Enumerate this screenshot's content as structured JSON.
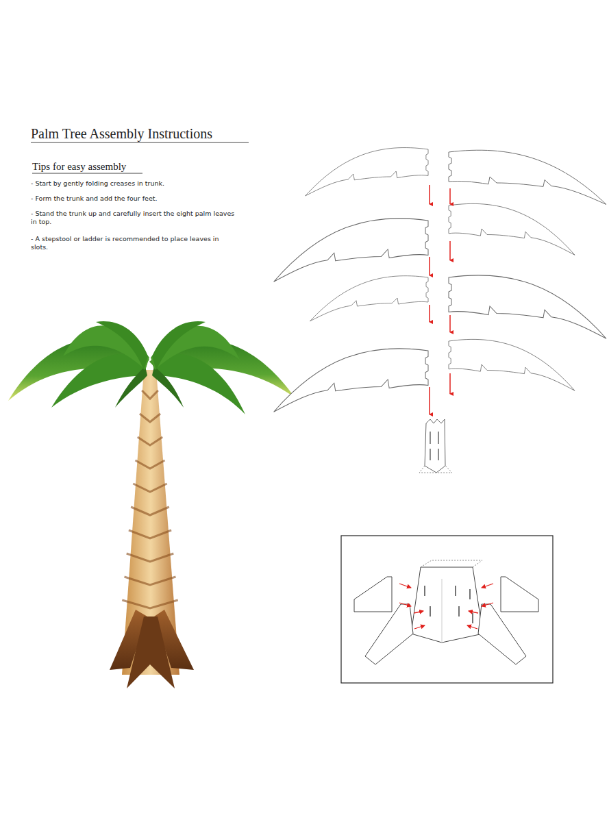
{
  "diagram": {
    "title": "Palm Tree Assembly Instructions",
    "labels": [
      "Tips for easy assembly",
      "- Start by gently folding creases in trunk.",
      "- Form the trunk and add the four feet.",
      "- Stand the trunk up and carefully insert the eight palm leaves in top.",
      "- A stepstool or ladder is recommended to place leaves in slots."
    ]
  }
}
